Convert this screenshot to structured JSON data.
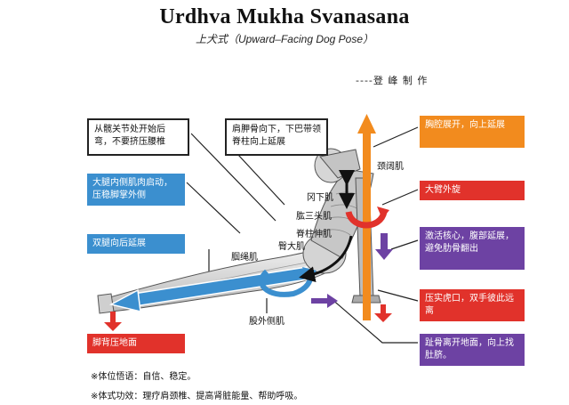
{
  "header": {
    "title": "Urdhva Mukha Svanasana",
    "subtitle": "上犬式（Upward–Facing Dog Pose）",
    "author": "----登 峰  制 作"
  },
  "callouts": {
    "hip_bend": "从髋关节处开始后弯，不要挤压腰椎",
    "shoulder_down": "肩胛骨向下，下巴带领脊柱向上延展",
    "thigh_inner": "大腿内侧肌肉启动，压稳脚掌外侧",
    "thigh_back": "双腿向后延展",
    "chest_open": "胸腔展开，向上延展",
    "arm_rotate": "大臂外旋",
    "core": "激活核心，腹部延展，避免肋骨翻出",
    "press_hand": "压实虎口，双手彼此远离",
    "lift_pubis": "趾骨离开地面，向上找肚脐。",
    "foot_press": "脚背压地面"
  },
  "muscles": {
    "neck": "颈阔肌",
    "serratus": "冈下肌",
    "triceps": "肱三头肌",
    "erector": "脊柱伸肌",
    "glute": "臀大肌",
    "psoas": "腘绳肌",
    "vastus": "股外侧肌"
  },
  "notes": {
    "mind": "※体位悟语：自信、稳定。",
    "effect": "※体式功效：理疗肩颈椎、提高肾脏能量、帮助呼吸。"
  },
  "colors": {
    "blue": "#3b8fcf",
    "orange": "#f28b1e",
    "red": "#e1322b",
    "purple": "#6d42a3"
  }
}
